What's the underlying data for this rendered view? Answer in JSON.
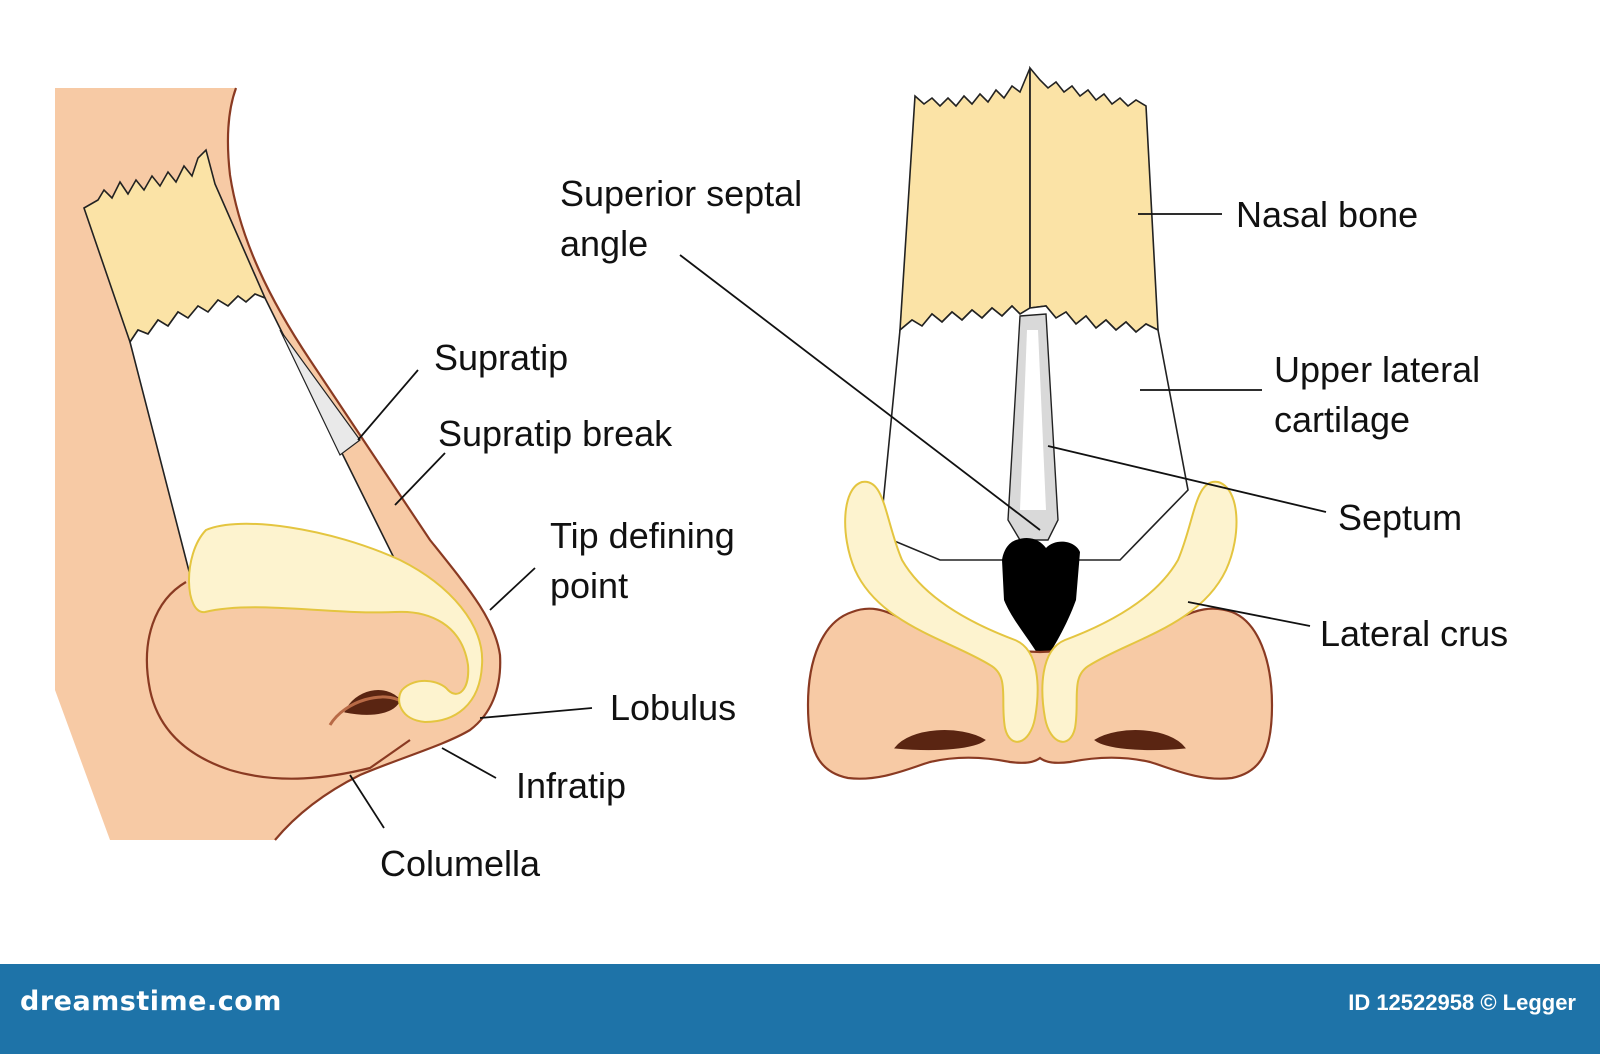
{
  "colors": {
    "skin": "#f7caa5",
    "skin_outline": "#8a3a22",
    "bone": "#fbe3a6",
    "cartilage": "#fdf3cf",
    "cartilage_outline": "#e4c540",
    "septum": "#d9d9d9",
    "footer": "#1e73a8"
  },
  "side_view": {
    "labels": {
      "supratip": "Supratip",
      "supratip_break": "Supratip break",
      "tip_defining_point_1": "Tip defining",
      "tip_defining_point_2": "point",
      "lobulus": "Lobulus",
      "infratip": "Infratip",
      "columella": "Columella"
    }
  },
  "front_view": {
    "labels": {
      "superior_septal_angle_1": "Superior septal",
      "superior_septal_angle_2": "angle",
      "nasal_bone": "Nasal bone",
      "upper_lateral_cartilage_1": "Upper lateral",
      "upper_lateral_cartilage_2": "cartilage",
      "septum": "Septum",
      "lateral_crus": "Lateral crus"
    }
  },
  "watermark": {
    "brand": "dreamstime.com",
    "image_id": "ID 12522958",
    "credit": "© Legger"
  }
}
